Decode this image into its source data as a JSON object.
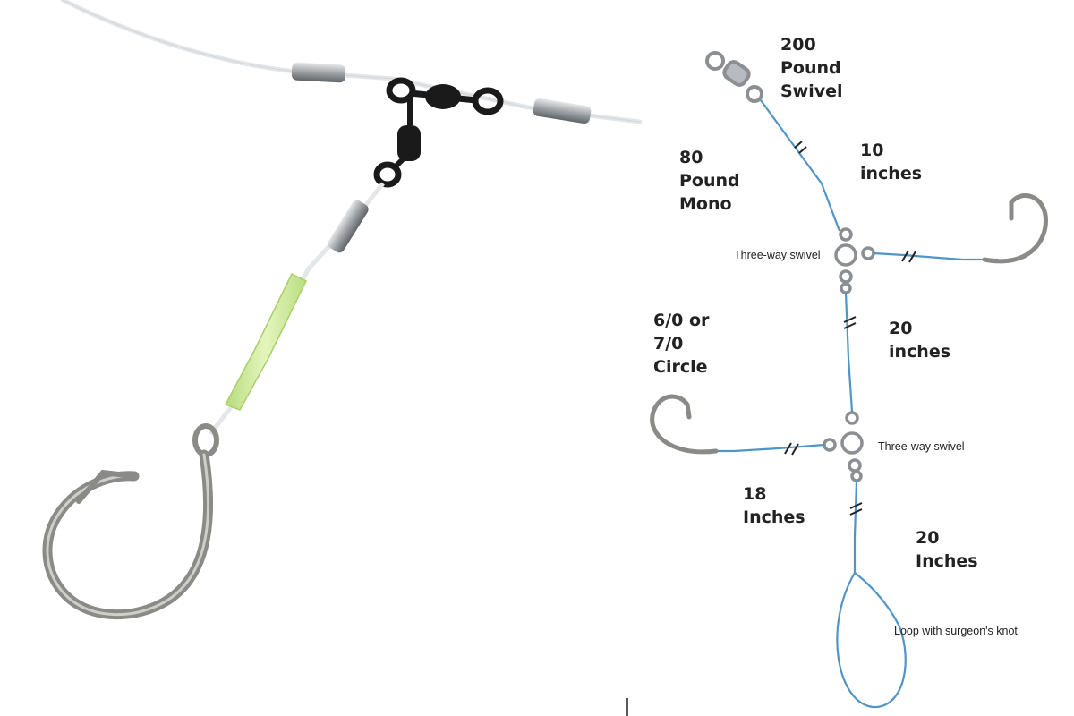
{
  "colors": {
    "line_blue": "#4f95c7",
    "mono_white": "#e6eaee",
    "swivel_black": "#1a1a1a",
    "tube_green": "#cdea9a",
    "hook_silver": "#8a8a86",
    "sleeve_silver": "#a9adb0"
  },
  "icons": [
    "swivel-icon",
    "three-way-swivel-icon",
    "circle-hook-icon",
    "crimp-sleeve-icon"
  ],
  "labels": {
    "top_swivel": "200\nPound\nSwivel",
    "mono": "80\nPound\nMono",
    "len_10": "10\ninches",
    "len_20_upper": "20\ninches",
    "hook": "6/0 or\n7/0\nCircle",
    "len_18": "18\nInches",
    "len_20_lower": "20\nInches",
    "swivel_upper": "Three-way swivel",
    "swivel_lower": "Three-way swivel",
    "loop": "Loop with surgeon's knot"
  }
}
